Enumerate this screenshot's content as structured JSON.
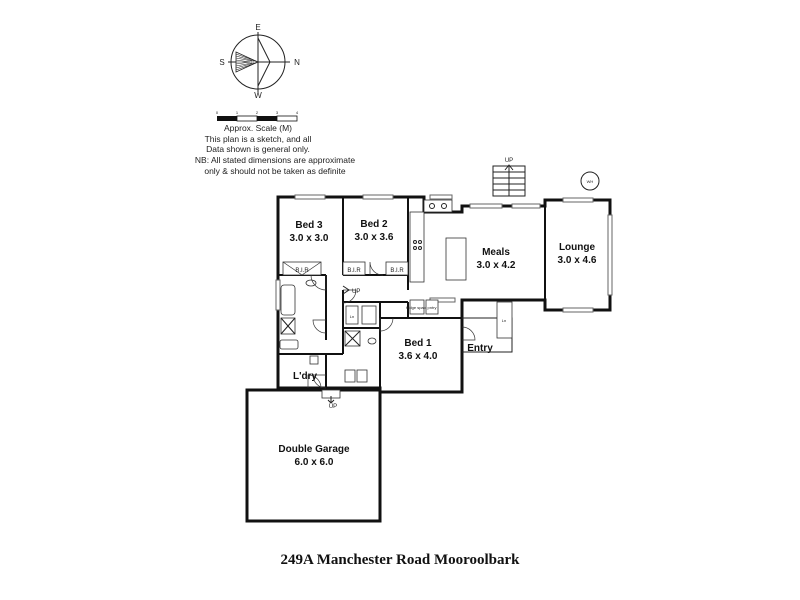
{
  "compass": {
    "n": "N",
    "s": "S",
    "e": "E",
    "w": "W"
  },
  "scale": {
    "ticks": [
      "0",
      "1",
      "2",
      "3",
      "4"
    ],
    "label": "Approx. Scale (M)"
  },
  "notes": [
    "This plan is a sketch, and all",
    "Data shown is general only.",
    "NB: All stated dimensions are approximate",
    "only & should not be taken as definite"
  ],
  "rooms": {
    "bed3": {
      "name": "Bed 3",
      "dims": "3.0 x 3.0"
    },
    "bed2": {
      "name": "Bed 2",
      "dims": "3.0 x 3.6"
    },
    "meals": {
      "name": "Meals",
      "dims": "3.0 x 4.2"
    },
    "lounge": {
      "name": "Lounge",
      "dims": "3.0 x 4.6"
    },
    "bed1": {
      "name": "Bed 1",
      "dims": "3.6 x 4.0"
    },
    "entry": {
      "name": "Entry"
    },
    "laundry": {
      "name": "L'dry"
    },
    "garage": {
      "name": "Double Garage",
      "dims": "6.0 x 6.0"
    }
  },
  "labels": {
    "bir": "B.I.R",
    "up": "UP",
    "fridge": "fridge space",
    "pantry": "pntry",
    "linen": "Ln",
    "wardrobe": "Ln",
    "wh": "WH"
  },
  "address": "249A Manchester Road Mooroolbark"
}
